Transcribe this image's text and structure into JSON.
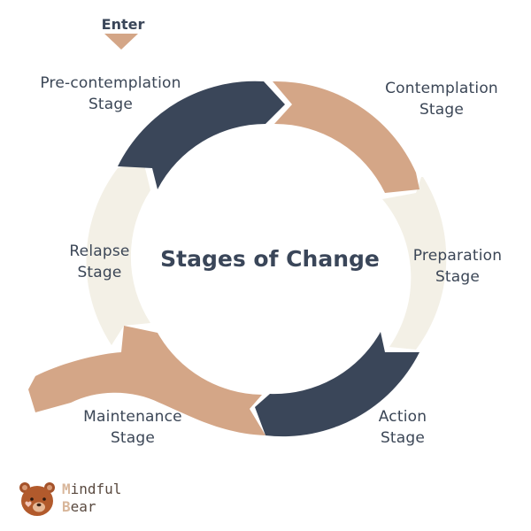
{
  "diagram": {
    "title": "Stages of Change",
    "entry_label": "Enter",
    "stages": [
      {
        "id": "pre-contemplation",
        "label_line1": "Pre-contemplation",
        "label_line2": "Stage",
        "color": "#3a4659"
      },
      {
        "id": "contemplation",
        "label_line1": "Contemplation",
        "label_line2": "Stage",
        "color": "#d4a687"
      },
      {
        "id": "preparation",
        "label_line1": "Preparation",
        "label_line2": "Stage",
        "color": "#f3f0e6"
      },
      {
        "id": "action",
        "label_line1": "Action",
        "label_line2": "Stage",
        "color": "#3a4659"
      },
      {
        "id": "maintenance",
        "label_line1": "Maintenance",
        "label_line2": "Stage",
        "color": "#d4a687"
      },
      {
        "id": "relapse",
        "label_line1": "Relapse",
        "label_line2": "Stage",
        "color": "#f3f0e6"
      }
    ],
    "flow": "clockwise cycle; Maintenance also exits left",
    "colors": {
      "navy": "#3a4659",
      "tan": "#d4a687",
      "cream": "#f3f0e6",
      "text": "#3b4656"
    }
  },
  "logo": {
    "line1_cap": "M",
    "line1_rest": "indful",
    "line2_cap": "B",
    "line2_rest": "ear"
  }
}
